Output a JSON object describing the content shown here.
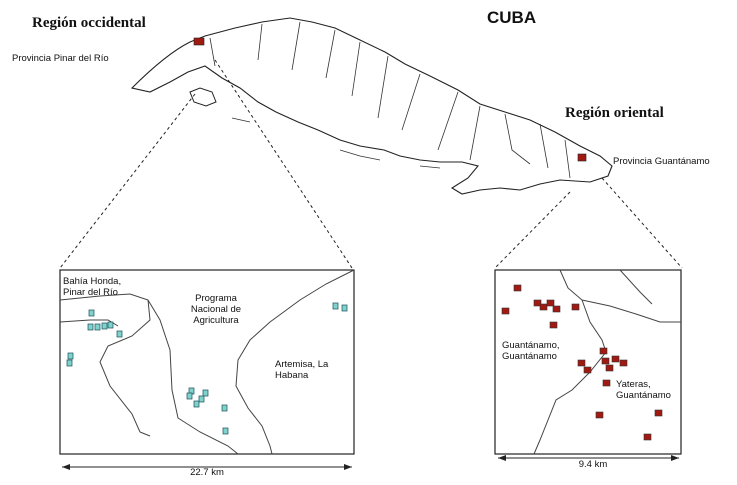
{
  "title": "CUBA",
  "regions": {
    "west": "Región occidental",
    "east": "Región oriental"
  },
  "provinces": {
    "west": "Provincia Pinar del Río",
    "east": "Provincia Guantánamo"
  },
  "inset_west": {
    "labels": {
      "bahia": "Bahía Honda,\nPinar del Río",
      "programa": "Programa\nNacional de\nAgricultura",
      "artemisa": "Artemisa, La\nHabana"
    },
    "scale": "22.7 km"
  },
  "inset_east": {
    "labels": {
      "guantanamo": "Guantánamo,\nGuantánamo",
      "yateras": "Yateras,\nGuantánamo"
    },
    "scale": "9.4 km"
  },
  "colors": {
    "west_site": "#7fd3cf",
    "east_site": "#a11a12",
    "outline": "#222222"
  }
}
